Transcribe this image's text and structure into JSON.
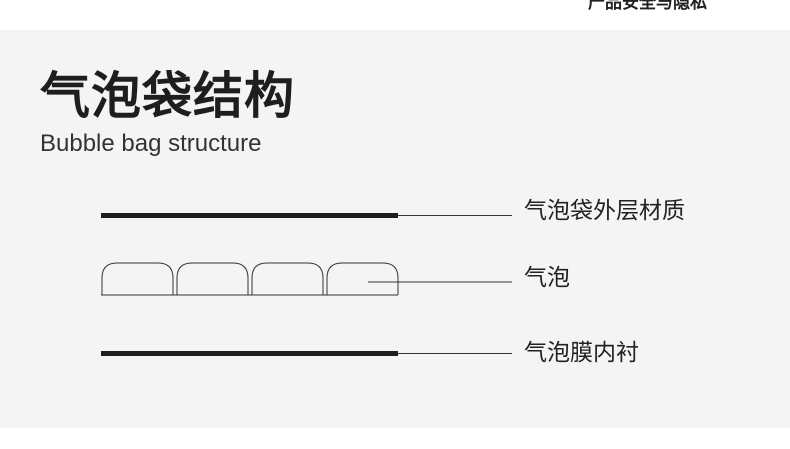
{
  "header": {
    "cropped_text": "产品安全与隐私"
  },
  "section": {
    "title": "气泡袋结构",
    "subtitle": "Bubble bag structure"
  },
  "layers": [
    {
      "label": "气泡袋外层材质"
    },
    {
      "label": "气泡"
    },
    {
      "label": "气泡膜内衬"
    }
  ],
  "colors": {
    "background": "#f4f4f4",
    "ink": "#1e1e1e",
    "line": "#333333"
  }
}
